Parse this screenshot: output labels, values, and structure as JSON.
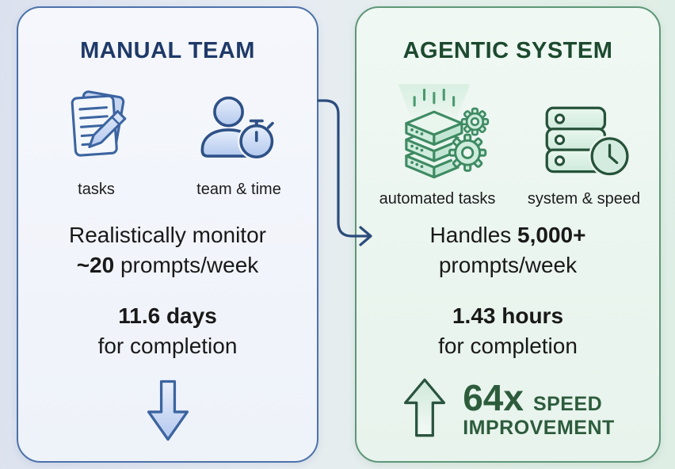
{
  "left_panel": {
    "title": "MANUAL TEAM",
    "icon_items": [
      {
        "label": "tasks"
      },
      {
        "label": "team & time"
      }
    ],
    "stat1": {
      "line1": "Realistically monitor",
      "line2_bold": "~20",
      "line2_rest": " prompts/week"
    },
    "stat2": {
      "bold": "11.6 days",
      "rest": "for completion"
    }
  },
  "right_panel": {
    "title": "AGENTIC SYSTEM",
    "icon_items": [
      {
        "label": "automated tasks"
      },
      {
        "label": "system & speed"
      }
    ],
    "stat1": {
      "line1_pre": "Handles",
      "line1_bold": " 5,000+",
      "line2": "prompts/week"
    },
    "stat2": {
      "bold": "1.43 hours",
      "rest": "for completion"
    },
    "badge": {
      "value": "64x",
      "word1": "SPEED",
      "word2": "IMPROVEMENT"
    }
  },
  "colors": {
    "manual_title": "#1f3a68",
    "manual_border": "#4d72aa",
    "manual_icon_accent": "#3c64a0",
    "agentic_title": "#1c4a2e",
    "agentic_border": "#5e9778",
    "agentic_icon_accent": "#3e8a62",
    "speed_badge_text": "#2d5c3c",
    "connector_arrow": "#2c4c7c",
    "body_text": "#191919"
  }
}
